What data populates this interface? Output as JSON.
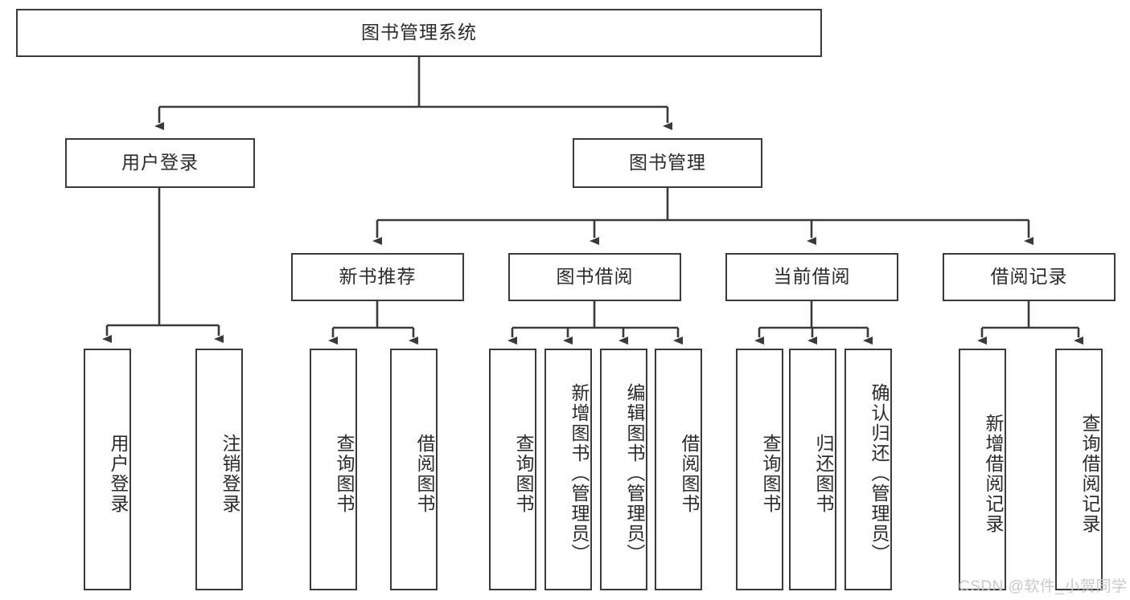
{
  "diagram": {
    "title_node": {
      "label": "图书管理系统"
    },
    "level2": [
      {
        "label": "用户登录"
      },
      {
        "label": "图书管理"
      }
    ],
    "level3": [
      {
        "label": "新书推荐"
      },
      {
        "label": "图书借阅"
      },
      {
        "label": "当前借阅"
      },
      {
        "label": "借阅记录"
      }
    ],
    "leaves": {
      "user_login": [
        {
          "label": "用户登录"
        },
        {
          "label": "注销登录"
        }
      ],
      "new_book": [
        {
          "label": "查询图书"
        },
        {
          "label": "借阅图书"
        }
      ],
      "book_borrow": [
        {
          "label": "查询图书"
        },
        {
          "label": "新增图书（管理员）"
        },
        {
          "label": "编辑图书（管理员）"
        },
        {
          "label": "借阅图书"
        }
      ],
      "current_borrow": [
        {
          "label": "查询图书"
        },
        {
          "label": "归还图书"
        },
        {
          "label": "确认归还（管理员）"
        }
      ],
      "borrow_record": [
        {
          "label": "新增借阅记录"
        },
        {
          "label": "查询借阅记录"
        }
      ]
    }
  },
  "watermark": {
    "text": "CSDN @软件_小贺同学"
  },
  "colors": {
    "stroke": "#3a3a3a",
    "fill": "#ffffff",
    "text": "#2b2b2b",
    "watermark": "#c9c9c9"
  }
}
